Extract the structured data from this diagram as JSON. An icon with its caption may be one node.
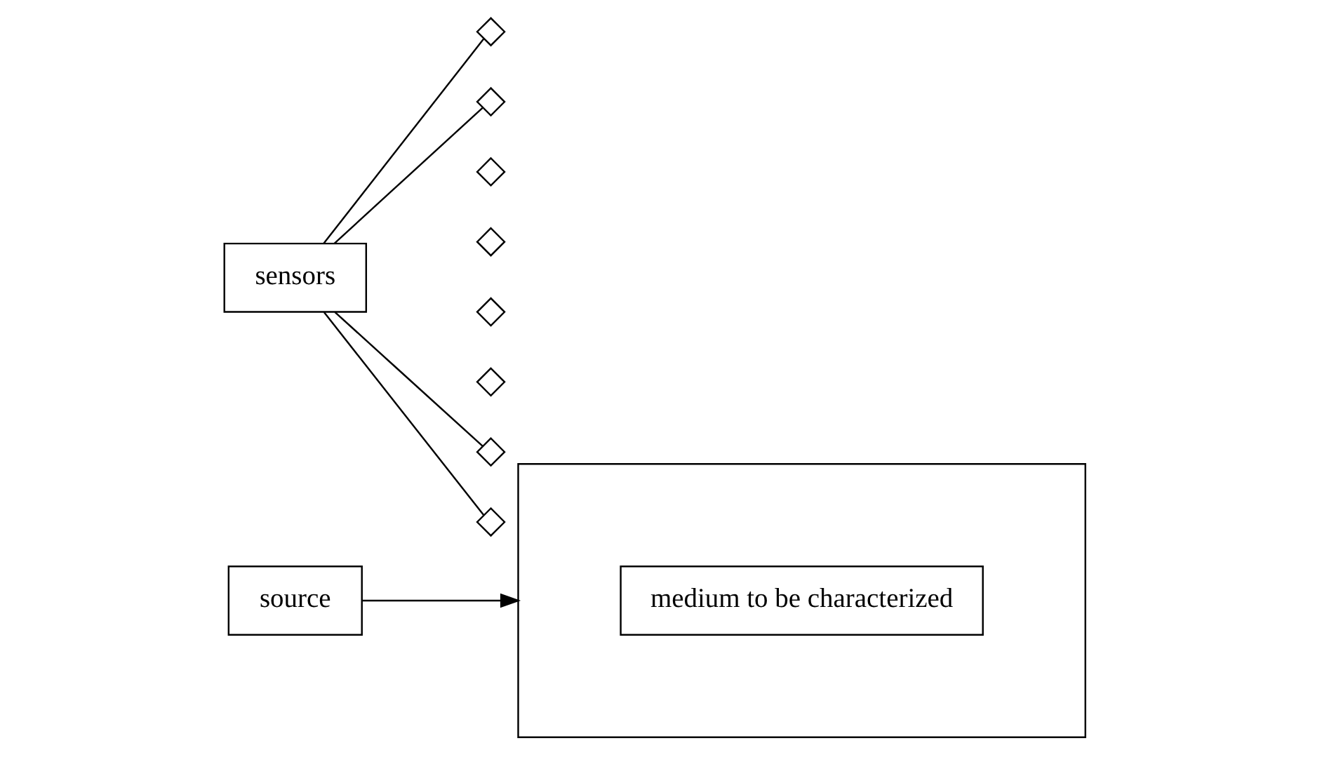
{
  "diagram": {
    "nodes": [
      {
        "text": [
          "sensors"
        ]
      },
      {
        "text": [
          "source"
        ]
      },
      {
        "text": [],
        "shape": "box"
      },
      {
        "text": [
          "medium to be characterized"
        ],
        "in": 2
      },
      {
        "text": [],
        "shape": "diamond"
      },
      {
        "text": [],
        "shape": "diamond"
      },
      {
        "text": [],
        "shape": "diamond"
      },
      {
        "text": [],
        "shape": "diamond"
      },
      {
        "text": [],
        "shape": "diamond"
      },
      {
        "text": [],
        "shape": "diamond"
      },
      {
        "text": [],
        "shape": "diamond"
      },
      {
        "text": [],
        "shape": "diamond"
      }
    ],
    "edges": [
      {
        "from": 0,
        "to": 4,
        "arrow": "none"
      },
      {
        "from": 0,
        "to": 5,
        "arrow": "none"
      },
      {
        "from": 0,
        "to": 10,
        "arrow": "none"
      },
      {
        "from": 0,
        "to": 11,
        "arrow": "none"
      },
      {
        "from": 1,
        "to": 2,
        "arrow": "to"
      }
    ]
  }
}
